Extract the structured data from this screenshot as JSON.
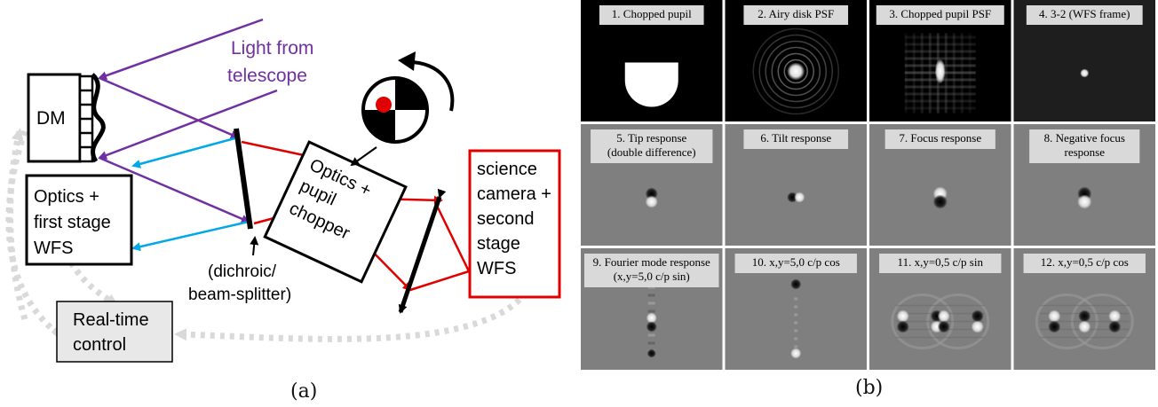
{
  "diagram": {
    "light_label_line1": "Light from",
    "light_label_line2": "telescope",
    "dm_label": "DM",
    "first_stage_lines": [
      "Optics +",
      "first stage",
      "WFS"
    ],
    "chopper_lines": [
      "Optics +",
      "pupil",
      "chopper"
    ],
    "dichroic_lines": [
      "(dichroic/",
      "beam-splitter)"
    ],
    "science_lines": [
      "science",
      "camera +",
      "second",
      "stage",
      "WFS"
    ],
    "rtc_lines": [
      "Real-time",
      "control"
    ],
    "caption": "(a)",
    "colors": {
      "telescope_light": "#7030a0",
      "first_stage_light": "#00a8e8",
      "science_light": "#e00000",
      "feedback": "#d9d9d9",
      "box_fill": "#e8e8e8"
    }
  },
  "panels": {
    "caption": "(b)",
    "cells": [
      {
        "id": 1,
        "label_lines": [
          "1. Chopped pupil"
        ],
        "background": "#000000"
      },
      {
        "id": 2,
        "label_lines": [
          "2. Airy disk PSF"
        ],
        "background": "#000000"
      },
      {
        "id": 3,
        "label_lines": [
          "3. Chopped pupil PSF"
        ],
        "background": "#000000"
      },
      {
        "id": 4,
        "label_lines": [
          "4. 3-2 (WFS frame)"
        ],
        "background": "#1e1e1e"
      },
      {
        "id": 5,
        "label_lines": [
          "5. Tip response",
          "(double difference)"
        ],
        "background": "#7f7f7f"
      },
      {
        "id": 6,
        "label_lines": [
          "6. Tilt response"
        ],
        "background": "#7f7f7f"
      },
      {
        "id": 7,
        "label_lines": [
          "7. Focus response"
        ],
        "background": "#7f7f7f"
      },
      {
        "id": 8,
        "label_lines": [
          "8. Negative focus",
          "response"
        ],
        "background": "#7f7f7f"
      },
      {
        "id": 9,
        "label_lines": [
          "9. Fourier mode response",
          "(x,y=5,0 c/p sin)"
        ],
        "background": "#7f7f7f"
      },
      {
        "id": 10,
        "label_lines": [
          "10. x,y=5,0 c/p cos"
        ],
        "background": "#7f7f7f"
      },
      {
        "id": 11,
        "label_lines": [
          "11. x,y=0,5 c/p sin"
        ],
        "background": "#7f7f7f"
      },
      {
        "id": 12,
        "label_lines": [
          "12. x,y=0,5 c/p cos"
        ],
        "background": "#7f7f7f"
      }
    ]
  }
}
